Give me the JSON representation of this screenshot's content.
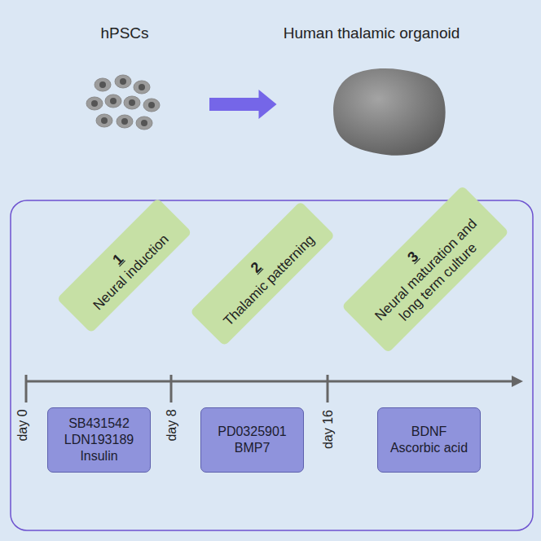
{
  "diagram": {
    "nodes": [
      {
        "text": [
          "hPSCs"
        ]
      },
      {
        "text": [
          "Human thalamic organoid"
        ]
      },
      {
        "text": [
          "1",
          "Neural induction"
        ]
      },
      {
        "text": [
          "2",
          "Thalamic patterning"
        ]
      },
      {
        "text": [
          "3",
          "Neural maturation and long term culture"
        ]
      },
      {
        "text": [
          "SB431542",
          "LDN193189",
          "Insulin"
        ]
      },
      {
        "text": [
          "PD0325901",
          "BMP7"
        ]
      },
      {
        "text": [
          "BDNF",
          "Ascorbic acid"
        ]
      }
    ],
    "edges": [
      {
        "from": 0,
        "to": 1,
        "arrow": "to"
      }
    ],
    "labels": [
      "day 0",
      "day 8",
      "day 16"
    ]
  }
}
